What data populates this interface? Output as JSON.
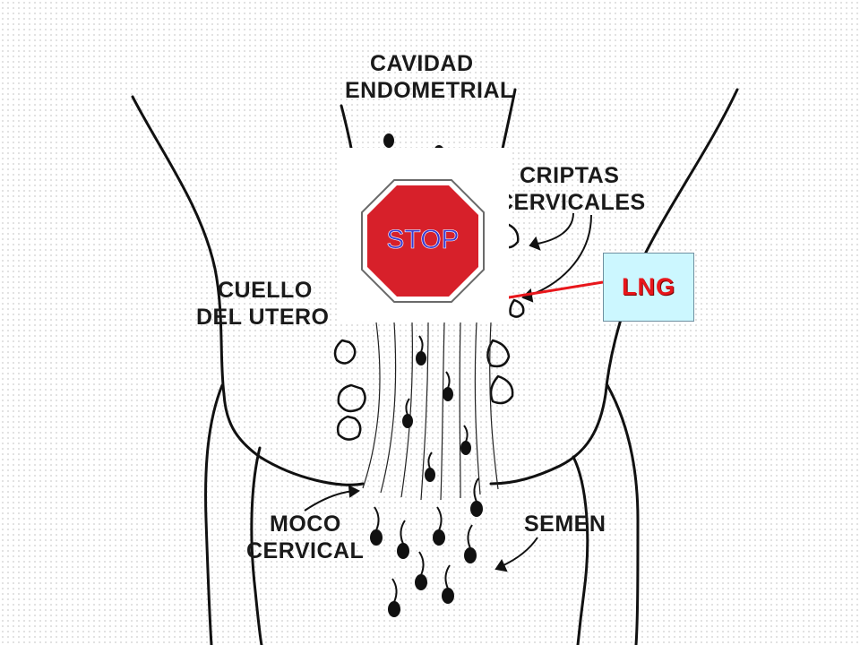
{
  "labels": {
    "endometrial_cavity": [
      "CAVIDAD",
      "ENDOMETRIAL"
    ],
    "cervical_crypts": [
      "CRIPTAS",
      "CERVICALES"
    ],
    "uterine_neck": [
      "CUELLO",
      "DEL UTERO"
    ],
    "cervical_mucus": [
      "MOCO",
      "CERVICAL"
    ],
    "semen": "SEMEN"
  },
  "stop_sign": {
    "text": "STOP",
    "fill_color": "#d7202a",
    "text_color": "#3a3ad0"
  },
  "callout": {
    "text": "LNG",
    "text_color": "#e8161b",
    "box_color": "#ccf7ff",
    "line_color": "#e8161b"
  }
}
